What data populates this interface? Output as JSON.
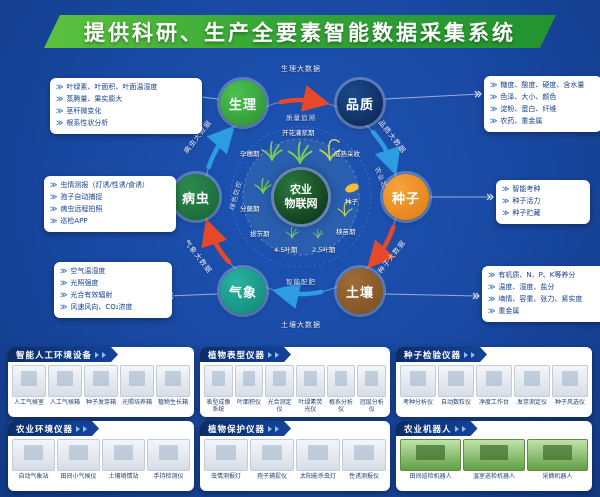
{
  "ui": {
    "bullet": "≫"
  },
  "banner": {
    "title": "提供科研、生产全要素智能数据采集系统"
  },
  "colors": {
    "background": "#1847a0",
    "banner_green": "#35a636",
    "card_header_blue": "#0b2d68",
    "arrow_red": "#e8482a",
    "arrow_blue": "#2d9ce2"
  },
  "diagram": {
    "center": {
      "line1": "农业",
      "line2": "物联网"
    },
    "nodes": {
      "shengli": {
        "label": "生理",
        "color": "#2b8f33"
      },
      "pinzhi": {
        "label": "品质",
        "color": "#0a2450"
      },
      "zhongzi": {
        "label": "种子",
        "color": "#e07c12"
      },
      "turang": {
        "label": "土壤",
        "color": "#7a4d20"
      },
      "qixiang": {
        "label": "气象",
        "color": "#0f8577"
      },
      "bingchong": {
        "label": "病虫",
        "color": "#176335"
      }
    },
    "ring_labels": {
      "shengli": "生理大数据",
      "pinzhi": "品质大数据",
      "zhongzi": "种子大数据",
      "turang": "土壤大数据",
      "qixiang": "气象大数据",
      "bingchong": "病虫大数据"
    },
    "inner_labels": {
      "top": "质量追溯",
      "left": "绿色防控",
      "right": "农业芯片",
      "bottom": "智能配肥"
    },
    "stages": {
      "flowering": "开花灌浆期",
      "booting": "孕穗期",
      "harvest": "成熟采收",
      "seed": "种子",
      "tillering": "分蘖期",
      "jointing": "拔节期",
      "leaf45": "4.5叶期",
      "leaf25": "2.5叶期",
      "seedling": "秧苗期"
    },
    "callouts": {
      "shengli": [
        "叶绿素、叶面积、叶面温湿度",
        "蒸腾量、果实膨大",
        "茎秆微变化",
        "根系性状分析"
      ],
      "pinzhi": [
        "糖度、酸度、硬度、含水量",
        "色泽、大小、颜色",
        "淀粉、蛋白、纤维",
        "农药、重金属"
      ],
      "zhongzi": [
        "智能考种",
        "种子活力",
        "种子贮藏"
      ],
      "turang": [
        "有机质、N、P、K等养分",
        "温度、湿度、盐分",
        "墒情、容重、张力、紧实度",
        "重金属"
      ],
      "qixiang": [
        "空气温湿度",
        "光照强度",
        "光合有效辐射",
        "风速风向、CO₂浓度"
      ],
      "bingchong": [
        "虫情测报（灯诱/性诱/食诱）",
        "孢子自动捕捉",
        "病虫远程拍照",
        "巡检APP"
      ]
    }
  },
  "cards": [
    {
      "id": "env-equipment",
      "title": "智能人工环境设备",
      "products": [
        "人工气候室",
        "人工气候箱",
        "种子发芽箱",
        "光照培养箱",
        "植物生长箱"
      ]
    },
    {
      "id": "phenotype",
      "title": "植物表型仪器",
      "products": [
        "表型成像系统",
        "叶面积仪",
        "光合测定仪",
        "叶绿素荧光仪",
        "根系分析仪",
        "冠层分析仪"
      ]
    },
    {
      "id": "seed-test",
      "title": "种子检验仪器",
      "products": [
        "考种分析仪",
        "自动数粒仪",
        "净度工作台",
        "发芽测定仪",
        "种子风选仪"
      ]
    },
    {
      "id": "agri-env",
      "title": "农业环境仪器",
      "products": [
        "自动气象站",
        "田间小气候仪",
        "土壤墒情站",
        "手持检测仪"
      ]
    },
    {
      "id": "plant-protect",
      "title": "植物保护仪器",
      "products": [
        "虫情测报灯",
        "孢子捕捉仪",
        "太阳能杀虫灯",
        "性诱测报仪"
      ]
    },
    {
      "id": "robot",
      "title": "农业机器人",
      "products": [
        "田间巡检机器人",
        "温室巡检机器人",
        "采摘机器人"
      ]
    }
  ]
}
